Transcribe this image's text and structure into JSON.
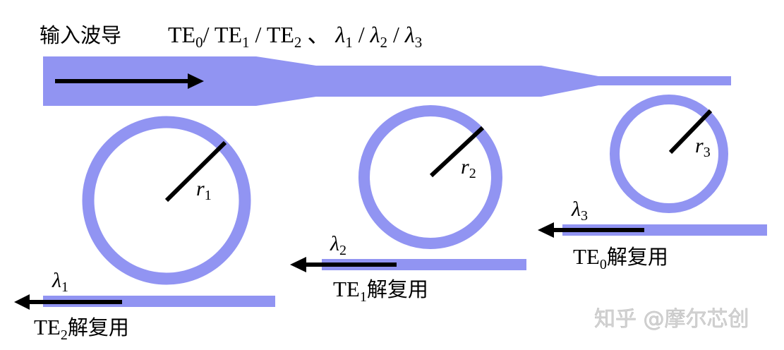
{
  "title": {
    "input_label": "输入波导",
    "modes": [
      {
        "base": "TE",
        "sub": "0"
      },
      {
        "base": "TE",
        "sub": "1"
      },
      {
        "base": "TE",
        "sub": "2"
      }
    ],
    "separator": "、",
    "wavelengths": [
      {
        "base": "λ",
        "sub": "1"
      },
      {
        "base": "λ",
        "sub": "2"
      },
      {
        "base": "λ",
        "sub": "3"
      }
    ],
    "slash": "/"
  },
  "colors": {
    "waveguide": "#9194f2",
    "arrow": "#000000",
    "text": "#000000",
    "watermark": "#cfcfcf"
  },
  "rings": [
    {
      "id": "ring-1",
      "radius_label": {
        "base": "r",
        "sub": "1"
      },
      "wavelength": {
        "base": "λ",
        "sub": "1"
      },
      "output": {
        "base": "TE",
        "sub": "2",
        "suffix": "解复用"
      }
    },
    {
      "id": "ring-2",
      "radius_label": {
        "base": "r",
        "sub": "2"
      },
      "wavelength": {
        "base": "λ",
        "sub": "2"
      },
      "output": {
        "base": "TE",
        "sub": "1",
        "suffix": "解复用"
      }
    },
    {
      "id": "ring-3",
      "radius_label": {
        "base": "r",
        "sub": "3"
      },
      "wavelength": {
        "base": "λ",
        "sub": "3"
      },
      "output": {
        "base": "TE",
        "sub": "0",
        "suffix": "解复用"
      }
    }
  ],
  "watermark": "知乎 @摩尔芯创"
}
